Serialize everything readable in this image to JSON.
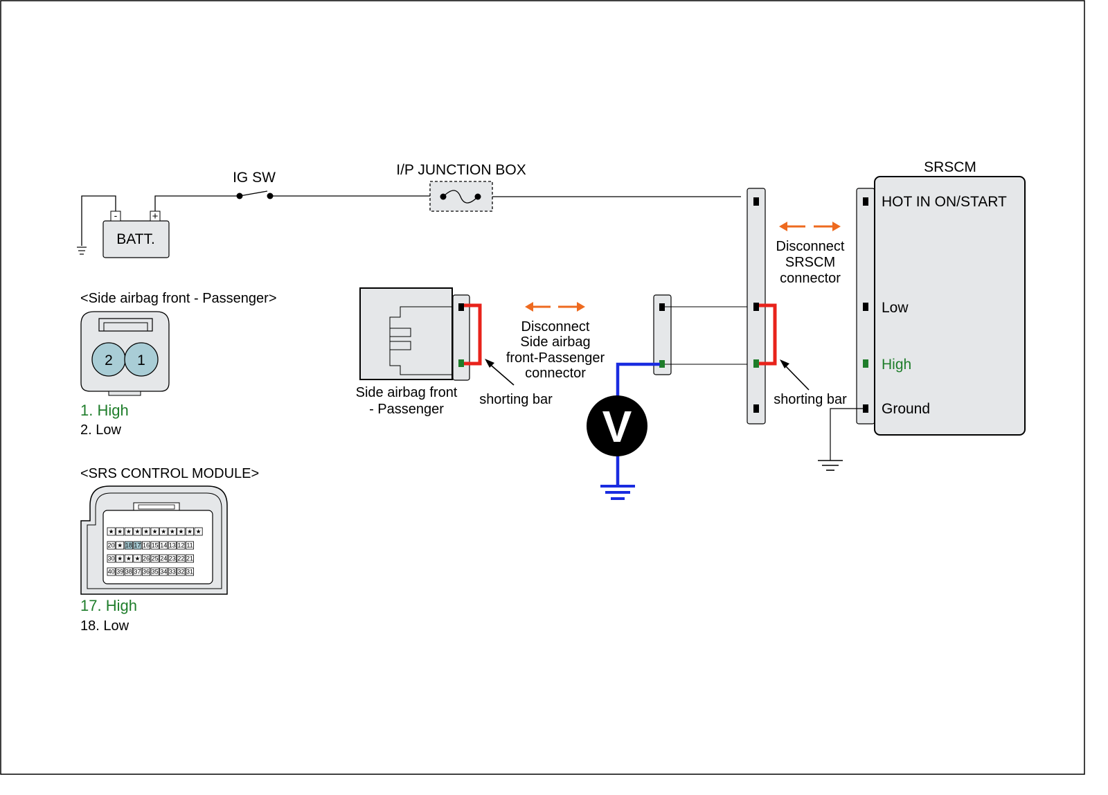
{
  "colors": {
    "high": "#1e7d2a",
    "shorting_bar": "#e8231b",
    "meter_lead": "#1a2ce0",
    "disconnect_arrow": "#ee6a1f",
    "connector_fill": "#dde6e8",
    "pin_fill": "#a9cdd6"
  },
  "labels": {
    "ig_sw": "IG SW",
    "junction_box": "I/P JUNCTION BOX",
    "battery": "BATT.",
    "batt_minus": "-",
    "batt_plus": "+",
    "srscm_title": "SRSCM",
    "hot_in": "HOT IN ON/START",
    "low": "Low",
    "high": "High",
    "ground": "Ground",
    "disconnect_srscm": [
      "Disconnect",
      "SRSCM",
      "connector"
    ],
    "disconnect_airbag": [
      "Disconnect",
      "Side airbag",
      "front-Passenger",
      "connector"
    ],
    "airbag_component": [
      "Side airbag front",
      "- Passenger"
    ],
    "shorting_bar_left": "shorting bar",
    "shorting_bar_right": "shorting bar",
    "voltmeter": "V"
  },
  "connector_side_airbag": {
    "title": "<Side airbag front - Passenger>",
    "pins": [
      "2",
      "1"
    ],
    "legend_high": "1. High",
    "legend_low": "2. Low"
  },
  "connector_srs_module": {
    "title": "<SRS CONTROL MODULE>",
    "rows": [
      [
        "★",
        "★",
        "★",
        "★",
        "★",
        "★",
        "★",
        "★",
        "★",
        "★",
        "★"
      ],
      [
        "20",
        "★",
        "18",
        "17",
        "16",
        "15",
        "14",
        "13",
        "12",
        "11"
      ],
      [
        "30",
        "★",
        "★",
        "★",
        "26",
        "25",
        "24",
        "23",
        "22",
        "21"
      ],
      [
        "40",
        "39",
        "38",
        "37",
        "36",
        "35",
        "34",
        "33",
        "32",
        "31"
      ]
    ],
    "highlighted_pins": [
      "18",
      "17"
    ],
    "legend_high": "17. High",
    "legend_low": "18. Low"
  }
}
